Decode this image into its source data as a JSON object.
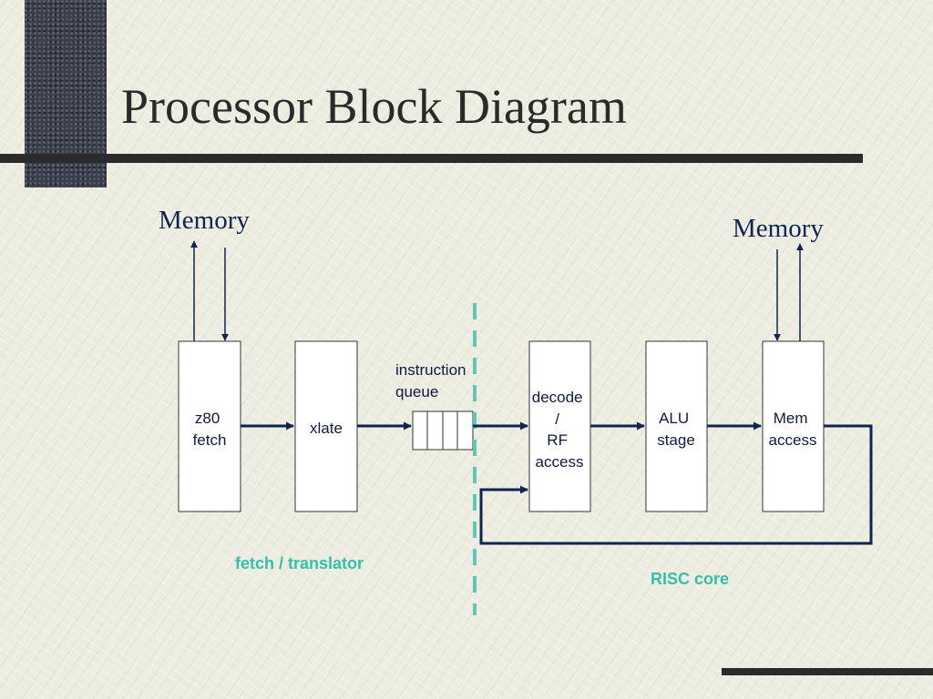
{
  "title": "Processor Block Diagram",
  "memory_left": "Memory",
  "memory_right": "Memory",
  "blocks": {
    "z80_fetch": [
      "z80",
      "fetch"
    ],
    "xlate": [
      "xlate"
    ],
    "decode": [
      "decode",
      "/",
      "RF",
      "access"
    ],
    "alu": [
      "ALU",
      "stage"
    ],
    "mem": [
      "Mem",
      "access"
    ]
  },
  "queue_label": [
    "instruction",
    "queue"
  ],
  "section_left": "fetch / translator",
  "section_right": "RISC core",
  "colors": {
    "arrow": "#0f2450",
    "divider": "#5fc7b4",
    "section_label": "#33bfa8",
    "rule": "#2b2b2b"
  }
}
